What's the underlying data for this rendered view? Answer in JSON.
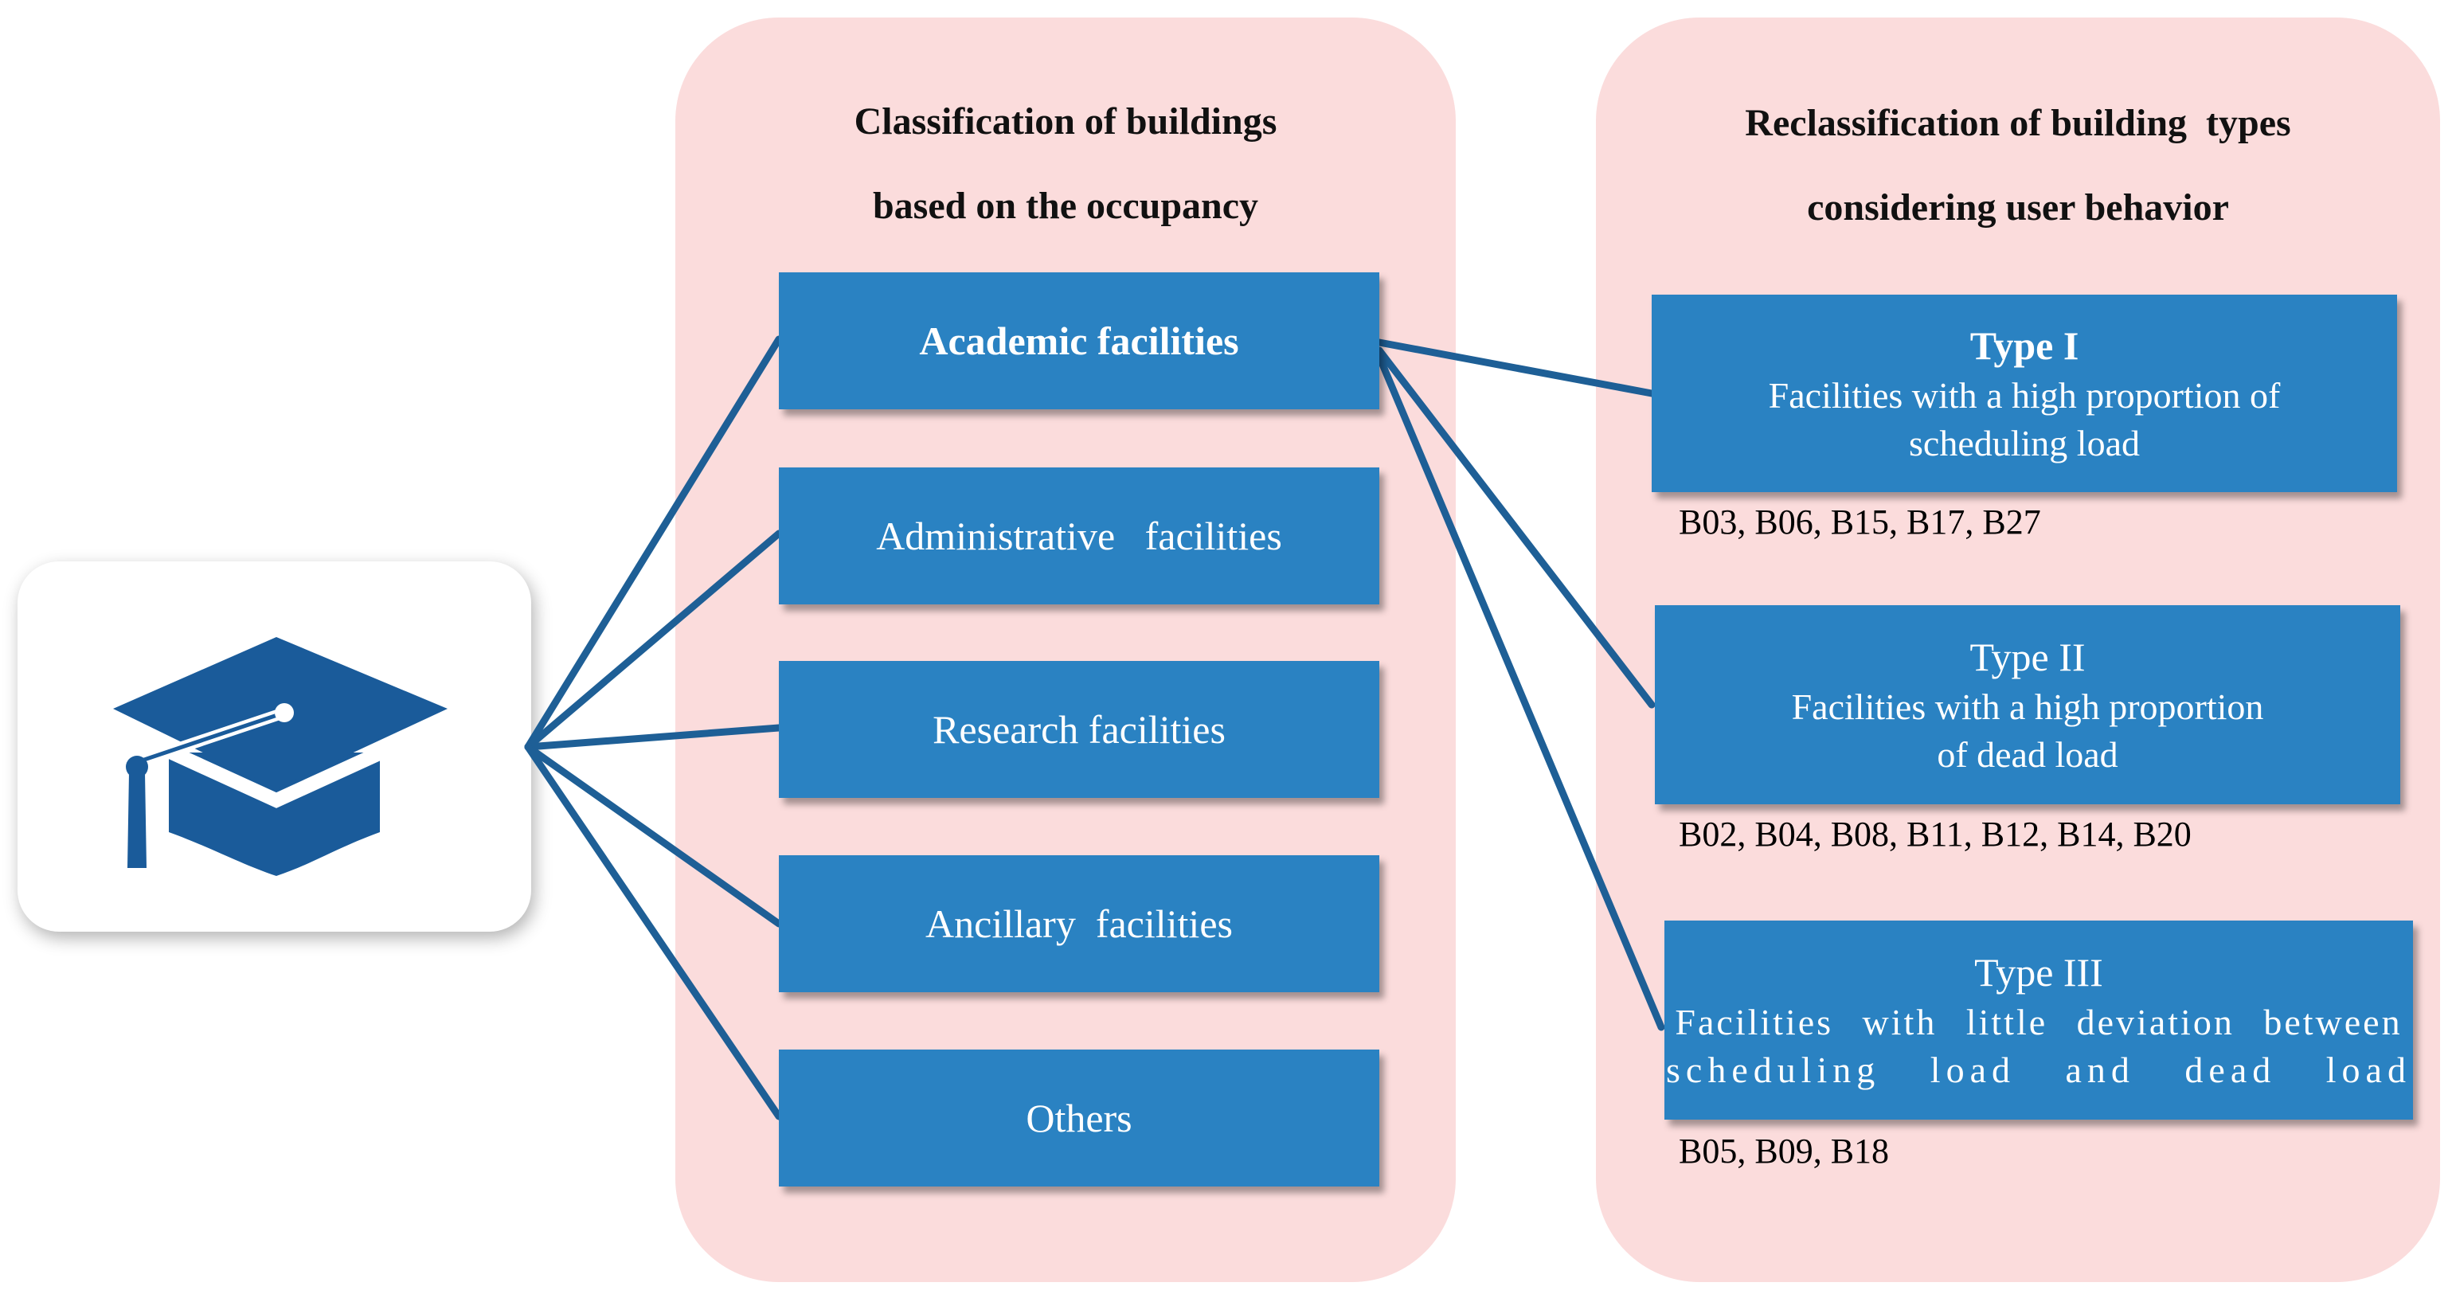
{
  "colors": {
    "panel": "#fbdcdc",
    "box": "#2a82c2",
    "connector": "#1e5f96",
    "icon": "#1a5b9a"
  },
  "icon": {
    "name": "graduation-cap-icon"
  },
  "left_panel": {
    "heading_line1": "Classification of buildings",
    "heading_line2": "based on the occupancy",
    "categories": [
      {
        "label": "Academic facilities"
      },
      {
        "label": "Administrative   facilities"
      },
      {
        "label": "Research facilities"
      },
      {
        "label": "Ancillary  facilities"
      },
      {
        "label": "Others"
      }
    ]
  },
  "right_panel": {
    "heading_line1": "Reclassification of building  types",
    "heading_line2": "considering user behavior",
    "types": [
      {
        "title": "Type I",
        "desc_line1": "Facilities with a high proportion of",
        "desc_line2": "scheduling load",
        "codes": "B03, B06, B15, B17, B27"
      },
      {
        "title": "Type II",
        "desc_line1": "Facilities with a high proportion",
        "desc_line2": "of dead load",
        "codes": "B02, B04, B08, B11, B12, B14, B20"
      },
      {
        "title": "Type III",
        "desc_line1": "Facilities with little deviation between",
        "desc_line2": "scheduling load and dead load",
        "codes": "B05, B09, B18"
      }
    ]
  }
}
